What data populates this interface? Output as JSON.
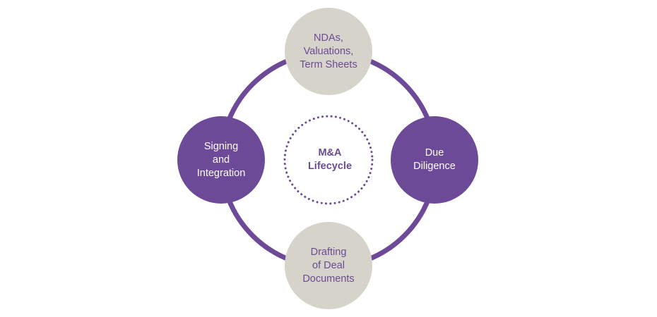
{
  "diagram": {
    "center": {
      "label": "M&A\nLifecycle"
    },
    "stages": [
      {
        "label": "NDAs,\nValuations,\nTerm Sheets",
        "style": "grey"
      },
      {
        "label": "Due\nDiligence",
        "style": "purple"
      },
      {
        "label": "Drafting\nof Deal\nDocuments",
        "style": "grey"
      },
      {
        "label": "Signing\nand\nIntegration",
        "style": "purple"
      }
    ]
  },
  "colors": {
    "purple": "#6c4a98",
    "grey": "#d6d3cb",
    "text_purple": "#6a4c93",
    "background": "#ffffff"
  }
}
